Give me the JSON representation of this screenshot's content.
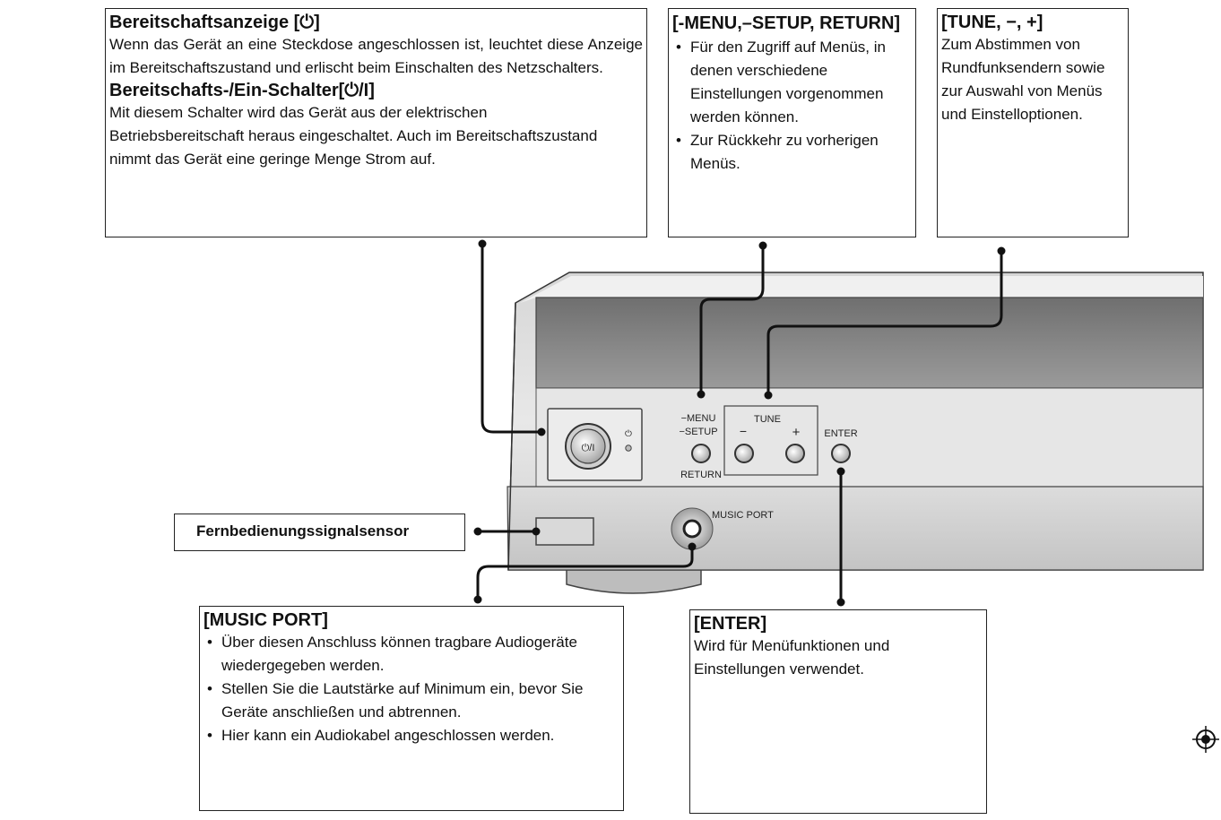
{
  "standby": {
    "heading1": "Bereitschaftsanzeige [⏻]",
    "text1": "Wenn das Gerät an eine Steckdose angeschlossen ist, leuchtet diese Anzeige im Bereitschaftszustand und erlischt beim Einschalten des Netzschalters.",
    "heading2": "Bereitschafts-/Ein-Schalter[⏻/I]",
    "text2": "Mit diesem Schalter wird das Gerät aus der elektrischen Betriebsbereitschaft heraus eingeschaltet. Auch im Bereitschaftszustand nimmt das Gerät eine geringe Menge Strom auf."
  },
  "menu": {
    "heading": "[-MENU,–SETUP, RETURN]",
    "bullets": [
      "Für den Zugriff auf Menüs, in denen verschiedene Einstellungen vorgenommen werden können.",
      "Zur Rückkehr zu vorherigen Menüs."
    ]
  },
  "tune": {
    "heading": "[TUNE, −, +]",
    "text": "Zum Abstimmen von Rundfunksendern sowie zur Auswahl von Menüs und Einstelloptionen."
  },
  "sensor": {
    "label": "Fernbedienungssignalsensor"
  },
  "music_port": {
    "heading": "[MUSIC PORT]",
    "bullets": [
      "Über diesen Anschluss können tragbare Audiogeräte wiedergegeben werden.",
      "Stellen Sie die Lautstärke auf Minimum ein, bevor Sie Geräte anschließen und abtrennen.",
      "Hier kann ein Audiokabel angeschlossen werden."
    ]
  },
  "enter": {
    "heading": "[ENTER]",
    "text": "Wird für Menüfunktionen und Einstellungen verwendet."
  },
  "panel": {
    "power_glyph": "⏻/I",
    "standby_glyph": "⏻",
    "menu_label": "−MENU",
    "setup_label": "−SETUP",
    "return_label": "RETURN",
    "tune_label": "TUNE",
    "minus_label": "−",
    "plus_label": "+",
    "enter_label": "ENTER",
    "music_port_label": "MUSIC PORT"
  }
}
